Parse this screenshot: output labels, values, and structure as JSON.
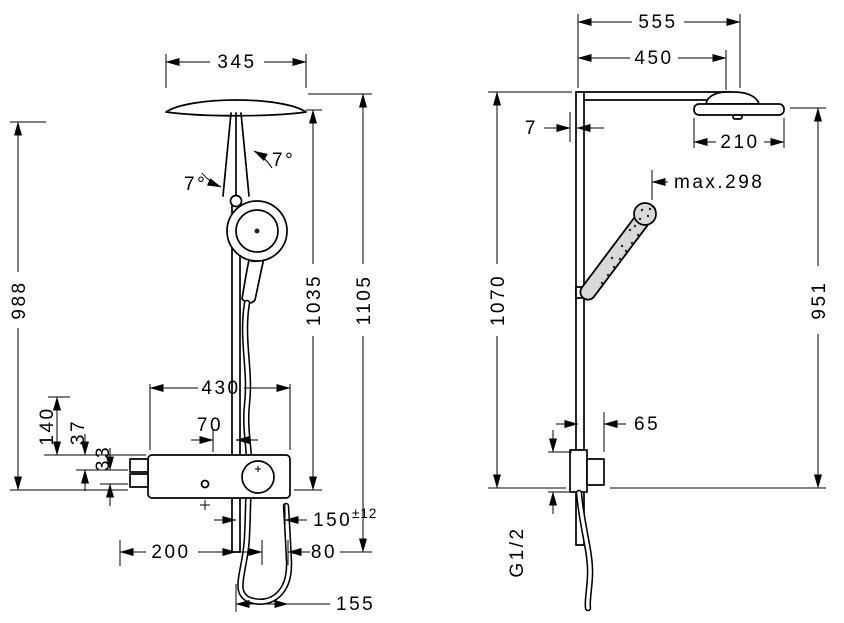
{
  "front": {
    "width_head": "345",
    "angle_left": "7°",
    "angle_right": "7°",
    "height_988": "988",
    "offset_140": "140",
    "offset_37": "37",
    "offset_33": "33",
    "width_430": "430",
    "offset_70": "70",
    "height_1035": "1035",
    "height_1105": "1105",
    "hose_150": "150",
    "hose_150_tol": "±12",
    "offset_200": "200",
    "offset_80": "80",
    "offset_155": "155"
  },
  "side": {
    "depth_555": "555",
    "depth_450": "450",
    "wall_offset_7": "7",
    "head_210": "210",
    "hand_shower_max": "max.298",
    "height_1070": "1070",
    "height_951": "951",
    "bracket_65": "65",
    "connection_thread": "G1/2"
  },
  "colors": {
    "line": "#000000",
    "background": "#ffffff",
    "shade": "#d9d9d9"
  }
}
